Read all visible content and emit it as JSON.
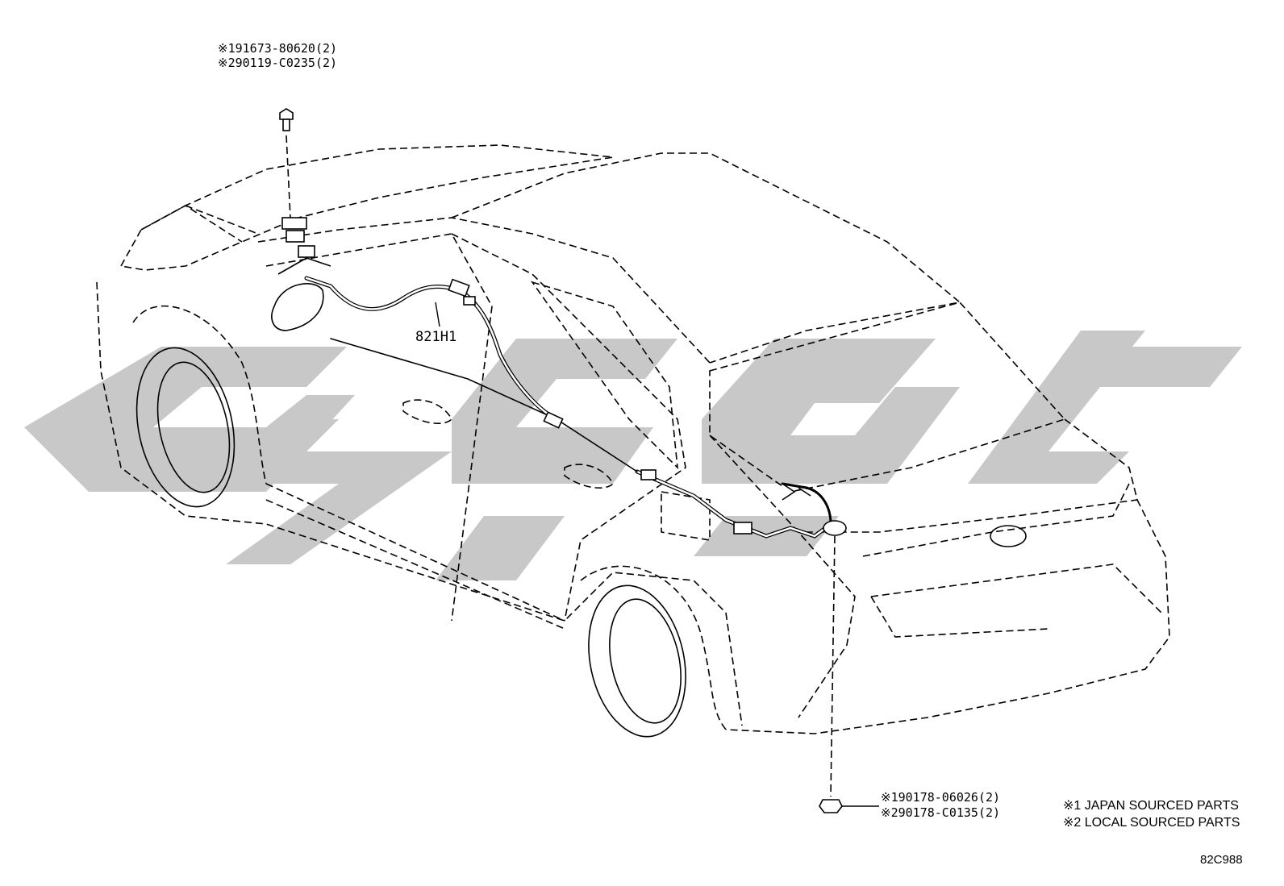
{
  "top_fastener": {
    "line1_mark": "※1",
    "line1_part": "91673-80620(2)",
    "line2_mark": "※2",
    "line2_part": "90119-C0235(2)"
  },
  "bottom_fastener": {
    "line1_mark": "※1",
    "line1_part": "90178-06026(2)",
    "line2_mark": "※2",
    "line2_part": "90178-C0135(2)"
  },
  "harness_callout": "821H1",
  "legend": {
    "note1": "※1 JAPAN SOURCED PARTS",
    "note2": "※2 LOCAL SOURCED PARTS"
  },
  "diagram_code": "82C988",
  "colors": {
    "line": "#000000",
    "watermark": "#c8c8c8",
    "background": "#ffffff"
  }
}
